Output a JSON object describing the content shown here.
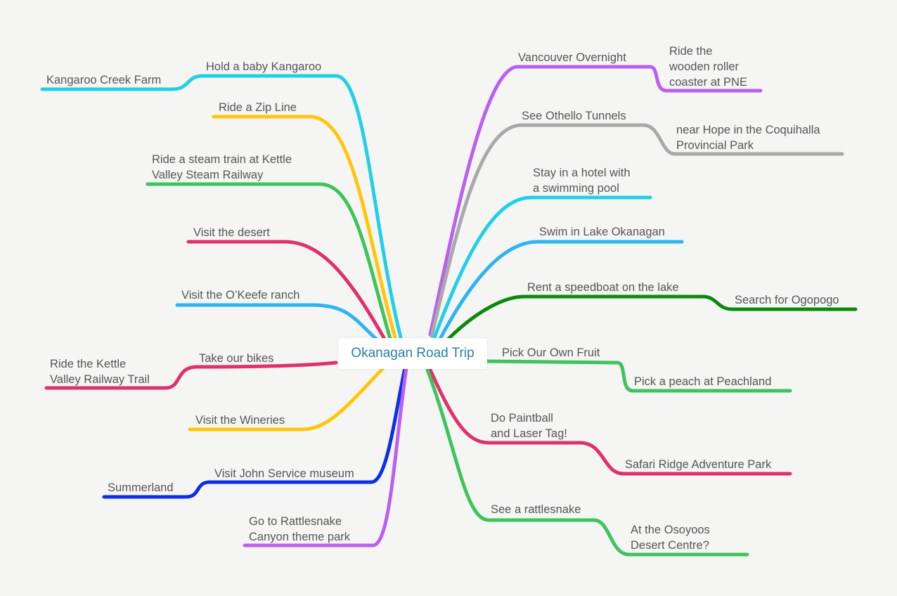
{
  "central_topic": "Okanagan Road Trip",
  "branch_colors": {
    "purple": "#bb5ff0",
    "gray": "#a9a9a9",
    "cyan": "#22d0e6",
    "sky": "#2db4f2",
    "dark_green": "#0a8a0a",
    "green": "#3ec45c",
    "pink": "#e0306e",
    "yellow": "#ffc60a",
    "blue": "#0b2ee8"
  },
  "right_branches": [
    {
      "label": "Vancouver Overnight",
      "color": "purple",
      "children": [
        {
          "label": "Ride the\nwooden roller\ncoaster at PNE"
        }
      ]
    },
    {
      "label": "See Othello Tunnels",
      "color": "gray",
      "children": [
        {
          "label": "near Hope in the Coquihalla\nProvincial Park"
        }
      ]
    },
    {
      "label": "Stay in a hotel with\na swimming pool",
      "color": "cyan",
      "children": []
    },
    {
      "label": "Swim in Lake Okanagan",
      "color": "sky",
      "children": []
    },
    {
      "label": "Rent a speedboat on the lake",
      "color": "dark_green",
      "children": [
        {
          "label": "Search for Ogopogo"
        }
      ]
    },
    {
      "label": "Pick Our Own Fruit",
      "color": "green",
      "children": [
        {
          "label": "Pick a peach at Peachland"
        }
      ]
    },
    {
      "label": "Do Paintball\nand Laser Tag!",
      "color": "pink",
      "children": [
        {
          "label": "Safari Ridge Adventure Park"
        }
      ]
    },
    {
      "label": "See a rattlesnake",
      "color": "green",
      "children": [
        {
          "label": "At the Osoyoos\nDesert Centre?"
        }
      ]
    }
  ],
  "left_branches": [
    {
      "label": "Hold a baby Kangaroo",
      "color": "cyan",
      "children": [
        {
          "label": "Kangaroo Creek Farm"
        }
      ]
    },
    {
      "label": "Ride a Zip Line",
      "color": "yellow",
      "children": []
    },
    {
      "label": "Ride a steam train at Kettle\nValley Steam Railway",
      "color": "green",
      "children": []
    },
    {
      "label": "Visit the desert",
      "color": "pink",
      "children": []
    },
    {
      "label": "Visit the O’Keefe ranch",
      "color": "sky",
      "children": []
    },
    {
      "label": "Take our bikes",
      "color": "pink",
      "children": [
        {
          "label": "Ride the Kettle\nValley Railway Trail"
        }
      ]
    },
    {
      "label": "Visit the Wineries",
      "color": "yellow",
      "children": []
    },
    {
      "label": "Visit John Service museum",
      "color": "blue",
      "children": [
        {
          "label": "Summerland"
        }
      ]
    },
    {
      "label": "Go to Rattlesnake\nCanyon theme park",
      "color": "purple",
      "children": []
    }
  ]
}
